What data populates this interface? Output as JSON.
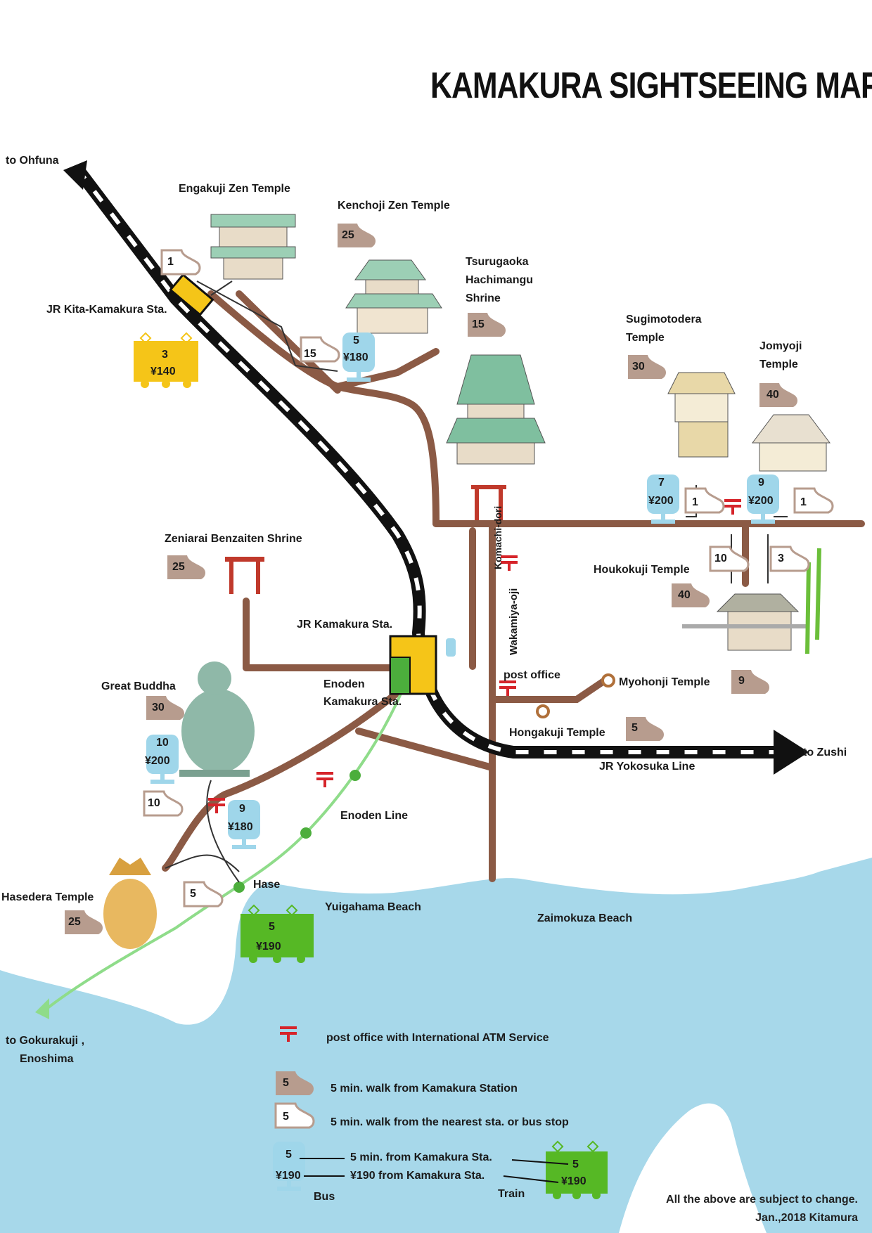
{
  "title": "KAMAKURA SIGHTSEEING MAP",
  "colors": {
    "sea": "#a7d8ea",
    "road": "#8b5a45",
    "jr_line": "#111111",
    "enoden": "#8fdc8a",
    "jr_station": "#f5c518",
    "enoden_station": "#4cae3c",
    "bus_stop": "#9fd6ea",
    "train_badge": "#56b825",
    "walk_badge": "#b79c8e",
    "post_mark": "#d6242a"
  },
  "directions": {
    "ohfuna": "to Ohfuna",
    "zushi": "to Zushi",
    "gokurakuji_1": "to Gokurakuji ,",
    "gokurakuji_2": "Enoshima"
  },
  "stations": {
    "kita_kamakura": "JR Kita-Kamakura Sta.",
    "kamakura": "JR Kamakura Sta.",
    "enoden_1": "Enoden",
    "enoden_2": "Kamakura Sta.",
    "hase": "Hase"
  },
  "lines": {
    "yokosuka": "JR Yokosuka Line",
    "enoden": "Enoden Line"
  },
  "streets": {
    "komachi": "Komachi-dori",
    "wakamiya": "Wakamiya-oji"
  },
  "places": {
    "engakuji": "Engakuji Zen Temple",
    "kenchoji": "Kenchoji Zen Temple",
    "tsurugaoka_1": "Tsurugaoka",
    "tsurugaoka_2": "Hachimangu",
    "tsurugaoka_3": "Shrine",
    "sugimotodera_1": "Sugimotodera",
    "sugimotodera_2": "Temple",
    "jomyoji_1": "Jomyoji",
    "jomyoji_2": "Temple",
    "houkokuji": "Houkokuji Temple",
    "zeniarai": "Zeniarai Benzaiten Shrine",
    "great_buddha": "Great Buddha",
    "hasedera": "Hasedera Temple",
    "myohonji": "Myohonji Temple",
    "hongakuji": "Hongakuji Temple",
    "post_office": "post office",
    "yuigahama": "Yuigahama Beach",
    "zaimokuza": "Zaimokuza Beach"
  },
  "walk_from_kamakura": {
    "kenchoji": "25",
    "tsurugaoka": "15",
    "sugimotodera": "30",
    "jomyoji": "40",
    "houkokuji": "40",
    "zeniarai": "25",
    "great_buddha": "30",
    "hasedera": "25",
    "myohonji": "9",
    "hongakuji": "5"
  },
  "walk_from_nearest": {
    "engakuji": "1",
    "kenchoji": "15",
    "sugimotodera": "1",
    "jomyoji": "1",
    "houkokuji_a": "10",
    "houkokuji_b": "3",
    "great_buddha": "10",
    "hasedera": "5"
  },
  "bus": {
    "kenchoji": {
      "min": "5",
      "fare": "¥180"
    },
    "sugimotodera": {
      "min": "7",
      "fare": "¥200"
    },
    "jomyoji": {
      "min": "9",
      "fare": "¥200"
    },
    "great_buddha_a": {
      "min": "10",
      "fare": "¥200"
    },
    "great_buddha_b": {
      "min": "9",
      "fare": "¥180"
    }
  },
  "train": {
    "kita_kamakura": {
      "min": "3",
      "fare": "¥140"
    },
    "hase": {
      "min": "5",
      "fare": "¥190"
    }
  },
  "legend": {
    "post": "post office with International ATM Service",
    "walk_kamakura_num": "5",
    "walk_kamakura": "5 min. walk from Kamakura Station",
    "walk_nearest_num": "5",
    "walk_nearest": "5 min. walk from the nearest sta. or bus stop",
    "bus_min": "5",
    "bus_fare": "¥190",
    "min_text": "5 min. from Kamakura Sta.",
    "fare_text": "¥190 from Kamakura Sta.",
    "bus_label": "Bus",
    "train_label": "Train",
    "train_min": "5",
    "train_fare": "¥190"
  },
  "footer": {
    "note": "All the above are subject to change.",
    "credit": "Jan.,2018 Kitamura"
  }
}
